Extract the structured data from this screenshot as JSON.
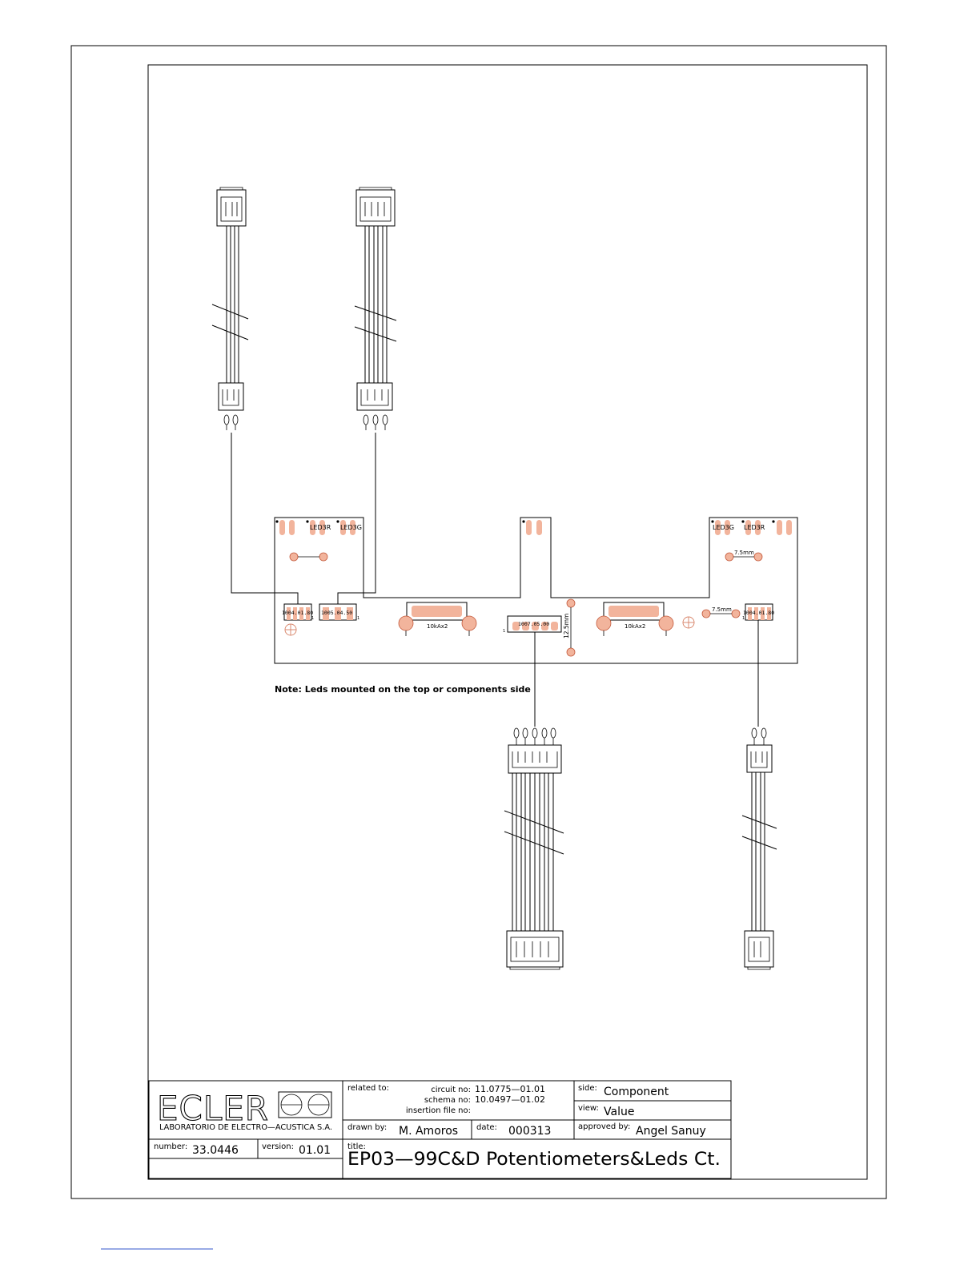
{
  "board": {
    "connectors": [
      {
        "code": "1004.01.80",
        "pin": "1"
      },
      {
        "code": "1005.04.50",
        "pin": "1"
      },
      {
        "code": "1007.05.00",
        "pin": "1"
      },
      {
        "code": "1004.01.80",
        "pin": "1"
      }
    ],
    "pots": [
      "10kAx2",
      "10kAx2"
    ],
    "leds": [
      "LED3R",
      "LED3G",
      "LED3G",
      "LED3R"
    ],
    "dimensions": [
      "7.5mm",
      "7.5mm",
      "12.5mm"
    ],
    "note": "Note: Leds mounted on the top or components side"
  },
  "title_block": {
    "logo_text": "ECLER",
    "company": "LABORATORIO DE ELECTRO—ACUSTICA S.A.",
    "related_label": "related to:",
    "circuit_label": "circuit no:",
    "circuit_value": "11.0775—01.01",
    "schema_label": "schema no:",
    "schema_value": "10.0497—01.02",
    "insertion_label": "insertion file no:",
    "insertion_value": "",
    "side_label": "side:",
    "side_value": "Component",
    "view_label": "view:",
    "view_value": "Value",
    "drawn_label": "drawn by:",
    "drawn_value": "M. Amoros",
    "date_label": "date:",
    "date_value": "000313",
    "approved_label": "approved by:",
    "approved_value": "Angel Sanuy",
    "number_label": "number:",
    "number_value": "33.0446",
    "version_label": "version:",
    "version_value": "01.01",
    "title_label": "title:",
    "title_value": "EP03—99C&D Potentiometers&Leds Ct."
  },
  "colors": {
    "pad": "#f2b49c",
    "pad_stroke": "#c45a3c",
    "line": "#000000"
  }
}
